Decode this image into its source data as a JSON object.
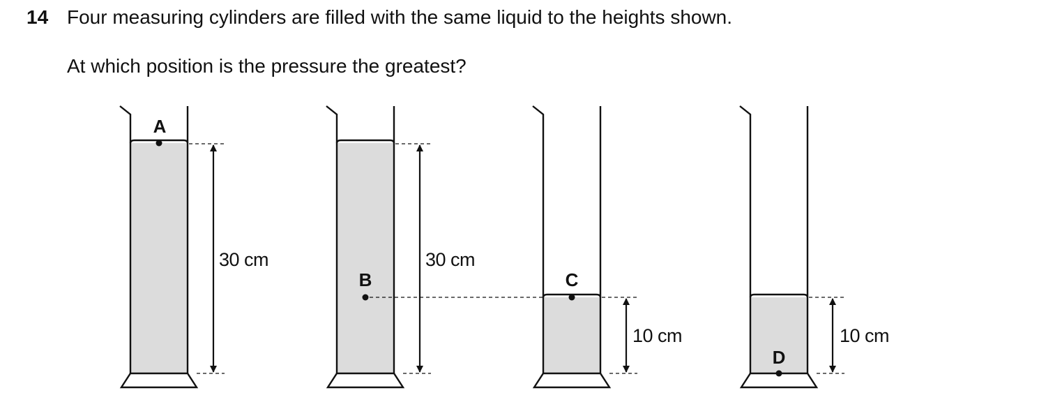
{
  "question": {
    "number": "14",
    "stem": "Four measuring cylinders are filled with the same liquid to the heights shown.",
    "prompt": "At which position is the pressure the greatest?"
  },
  "figure": {
    "colors": {
      "liquid": "#dcdcdc",
      "ink": "#111111"
    },
    "cylinders": [
      {
        "id": "cyl-1",
        "height_label": "30 cm",
        "liquid_height_cm": 30,
        "point_label": "A",
        "point_position": "liquid surface"
      },
      {
        "id": "cyl-2",
        "height_label": "30 cm",
        "liquid_height_cm": 30,
        "point_label": "B",
        "point_position": "20 cm below surface"
      },
      {
        "id": "cyl-3",
        "height_label": "10 cm",
        "liquid_height_cm": 10,
        "point_label": "C",
        "point_position": "liquid surface"
      },
      {
        "id": "cyl-4",
        "height_label": "10 cm",
        "liquid_height_cm": 10,
        "point_label": "D",
        "point_position": "bottom of liquid"
      }
    ]
  }
}
